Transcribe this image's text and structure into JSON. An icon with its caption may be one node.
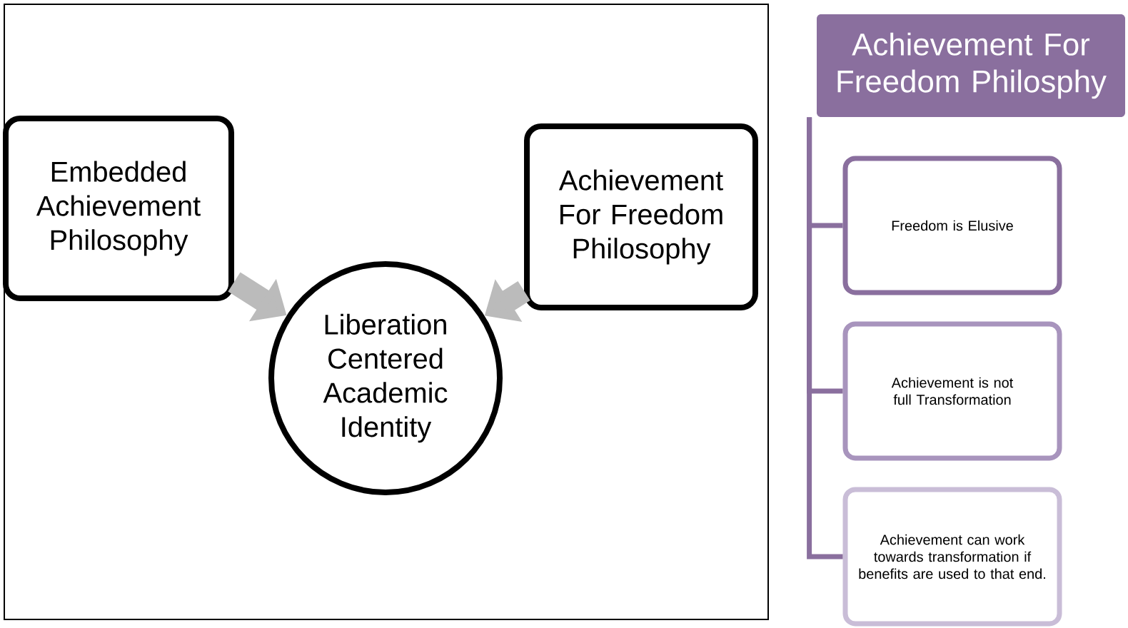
{
  "diagram": {
    "nodes": [
      {
        "text": [
          "Embedded Achievement Philosophy"
        ]
      },
      {
        "text": [
          "Achievement For Freedom Philosophy"
        ]
      },
      {
        "text": [
          "Liberation Centered Academic Identity"
        ]
      },
      {
        "text": [
          "Achievement For Freedom Philosphy"
        ]
      },
      {
        "text": [
          "Freedom is Elusive"
        ]
      },
      {
        "text": [
          "Achievement is not full Transformation"
        ]
      },
      {
        "text": [
          "Achievement can work towards transformation if benefits are used to that end."
        ]
      }
    ],
    "edges": [
      {
        "from": 0,
        "to": 2,
        "arrow": "to",
        "style": "thick",
        "color": "#bbbbbb"
      },
      {
        "from": 1,
        "to": 2,
        "arrow": "to",
        "style": "thick",
        "color": "#bbbbbb"
      },
      {
        "from": 3,
        "to": 4,
        "arrow": "none"
      },
      {
        "from": 3,
        "to": 5,
        "arrow": "none"
      },
      {
        "from": 3,
        "to": 6,
        "arrow": "none"
      }
    ]
  }
}
